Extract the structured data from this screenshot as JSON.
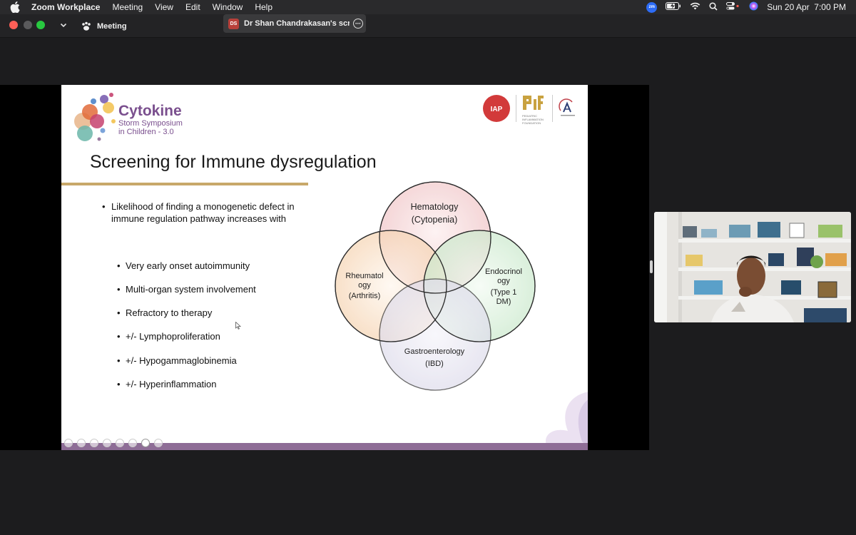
{
  "menubar": {
    "app": "Zoom Workplace",
    "items": [
      "Meeting",
      "View",
      "Edit",
      "Window",
      "Help"
    ],
    "zm_badge": "zm",
    "datetime": "Sun 20 Apr  7:00 PM"
  },
  "titlebar": {
    "meeting_label": "Meeting",
    "share_initials": "DS",
    "share_name": "Dr Shan Chandrakasan's screen"
  },
  "slide": {
    "logo_line1": "Cytokine",
    "logo_line2": "Storm Symposium",
    "logo_line3": "in Children - 3.0",
    "partner1_text": "IAP",
    "partner2_text": "PIF",
    "partner2_sub": "PEDIATRIC INFLAMMATION FOUNDATION",
    "title": "Screening for Immune dysregulation",
    "main_bullet": "Likelihood of finding a monogenetic defect in immune regulation pathway increases with",
    "sub_bullets": [
      "Very early onset autoimmunity",
      "Multi-organ system involvement",
      "Refractory to therapy",
      "+/- Lymphoproliferation",
      "+/- Hypogammaglobinemia",
      "+/- Hyperinflammation"
    ],
    "venn": {
      "top_line1": "Hematology",
      "top_line2": "(Cytopenia)",
      "left_line1": "Rheumatol",
      "left_line2": "ogy",
      "left_line3": "(Arthritis)",
      "right_line1": "Endocrinol",
      "right_line2": "ogy",
      "right_line3": "(Type 1",
      "right_line4": "DM)",
      "bottom_line1": "Gastroenterology",
      "bottom_line2": "(IBD)"
    }
  },
  "colors": {
    "accent_purple": "#7a4f8e",
    "gold": "#c8a86a",
    "venn_top": "#c0414a",
    "venn_left": "#e08a35",
    "venn_right": "#3f9a4c",
    "venn_bottom": "#3f4a85"
  }
}
